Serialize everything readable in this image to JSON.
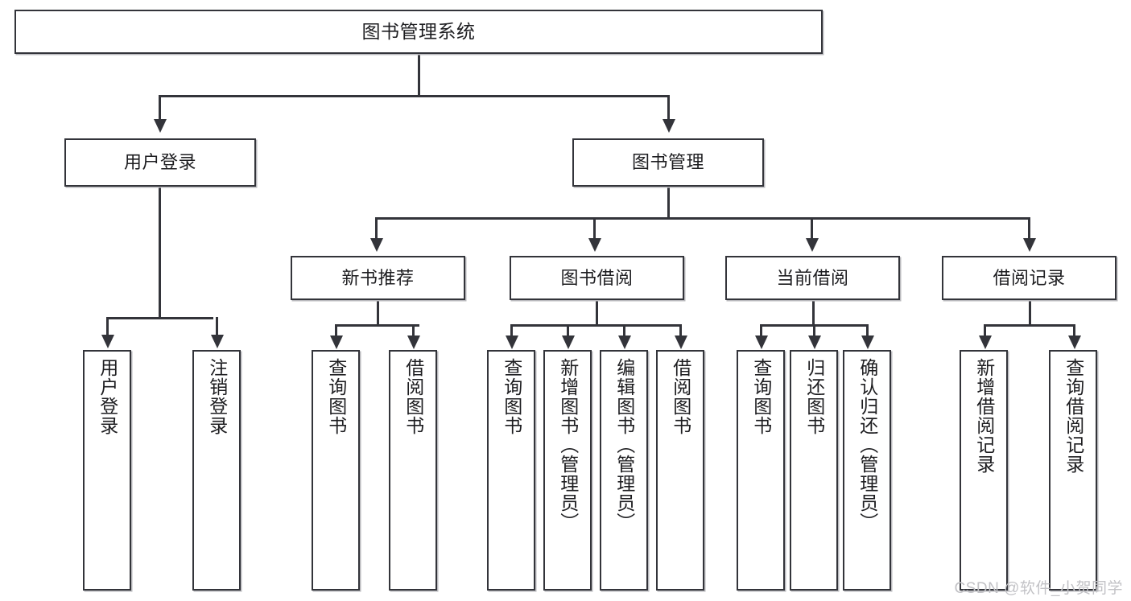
{
  "diagram": {
    "title": "图书管理系统",
    "type": "tree",
    "watermark": "CSDN @软件_小贺同学",
    "accent_color": "#33343a",
    "background_color": "#ffffff",
    "watermark_color": "#c2c2c6"
  },
  "nodes": {
    "root": {
      "label": "图书管理系统"
    },
    "level1": [
      {
        "label": "用户登录"
      },
      {
        "label": "图书管理"
      }
    ],
    "level2": [
      {
        "label": "新书推荐"
      },
      {
        "label": "图书借阅"
      },
      {
        "label": "当前借阅"
      },
      {
        "label": "借阅记录"
      }
    ],
    "leaves_user_login": [
      {
        "label": "用户登录"
      },
      {
        "label": "注销登录"
      }
    ],
    "leaves_new_book": [
      {
        "label": "查询图书"
      },
      {
        "label": "借阅图书"
      }
    ],
    "leaves_borrow": [
      {
        "label": "查询图书"
      },
      {
        "label": "新增图书（管理员）"
      },
      {
        "label": "编辑图书（管理员）"
      },
      {
        "label": "借阅图书"
      }
    ],
    "leaves_current": [
      {
        "label": "查询图书"
      },
      {
        "label": "归还图书"
      },
      {
        "label": "确认归还（管理员）"
      }
    ],
    "leaves_records": [
      {
        "label": "新增借阅记录"
      },
      {
        "label": "查询借阅记录"
      }
    ]
  }
}
